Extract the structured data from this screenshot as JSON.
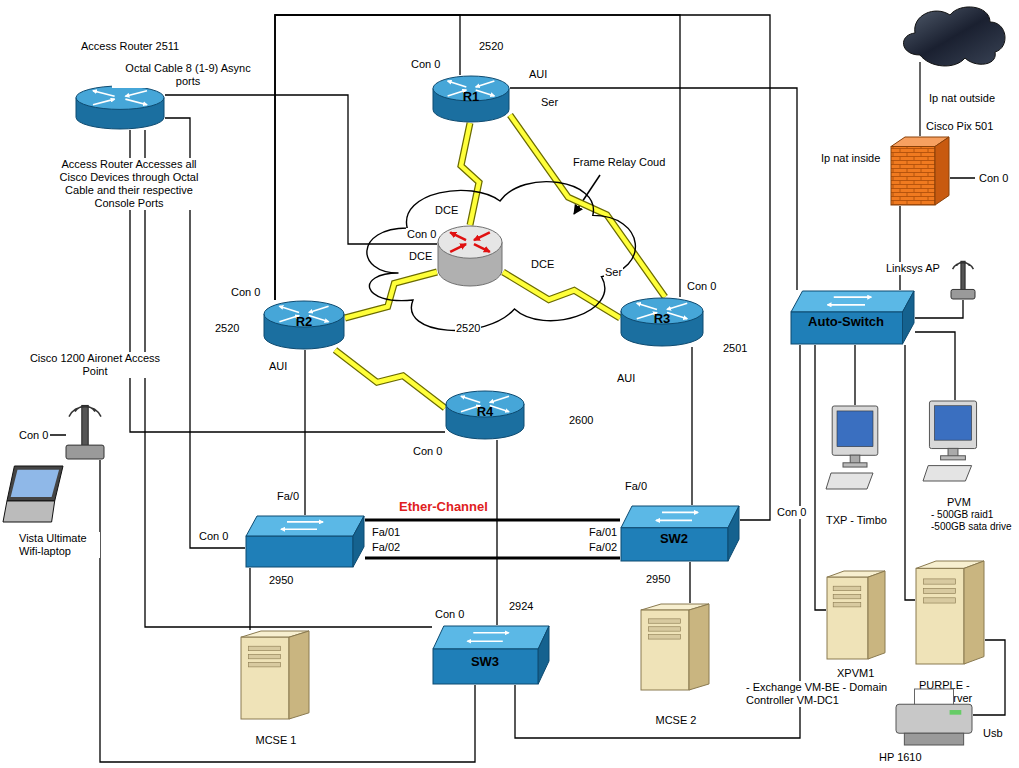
{
  "diagram": {
    "nodes": [
      {
        "text": [
          "Access Router 2511"
        ]
      },
      {
        "text": [
          "R1",
          "2520"
        ]
      },
      {
        "text": [
          "Frame Relay Coud"
        ]
      },
      {
        "text": [
          "2520"
        ],
        "in": 2
      },
      {
        "text": [
          "R2",
          "2520"
        ]
      },
      {
        "text": [
          "R3",
          "2501"
        ]
      },
      {
        "text": [
          "R4",
          "2600"
        ]
      },
      {
        "text": [
          "2950"
        ]
      },
      {
        "text": [
          "SW2",
          "2950"
        ]
      },
      {
        "text": [
          "SW3",
          "2924"
        ]
      },
      {
        "text": [
          "MCSE 1"
        ]
      },
      {
        "text": [
          "MCSE 2"
        ]
      },
      {
        "text": [
          "Cisco 1200 Aironet Access Point"
        ]
      },
      {
        "text": [
          "Vista Ultimate Wifi-laptop"
        ]
      },
      {
        "text": [
          "Cisco Pix 501"
        ]
      },
      {
        "text": [
          "Linksys AP"
        ]
      },
      {
        "text": [
          "Auto-Switch"
        ]
      },
      {
        "text": [
          "TXP - Timbo"
        ]
      },
      {
        "text": [
          "PVM",
          "- 500GB raid1 -500GB sata drive"
        ]
      },
      {
        "text": [
          "XPVM1",
          "- Exchange VM-BE - Domain Controller VM-DC1"
        ]
      },
      {
        "text": [
          "PURPLE -File Server"
        ]
      },
      {
        "text": [
          "HP 1610"
        ]
      }
    ],
    "edges": [
      {
        "from": 1,
        "to": 3,
        "arrow": "none"
      },
      {
        "from": 4,
        "to": 3,
        "arrow": "none"
      },
      {
        "from": 3,
        "to": 5,
        "arrow": "none"
      },
      {
        "from": 1,
        "to": 5,
        "arrow": "none"
      },
      {
        "from": 4,
        "to": 6,
        "arrow": "none"
      },
      {
        "from": 4,
        "to": 7,
        "arrow": "none"
      },
      {
        "from": 5,
        "to": 8,
        "arrow": "none"
      },
      {
        "from": 7,
        "to": 8,
        "label": "Ether-Channel",
        "arrow": "none"
      },
      {
        "from": 7,
        "to": 8,
        "arrow": "none"
      },
      {
        "from": 6,
        "to": 9,
        "arrow": "none"
      },
      {
        "from": 7,
        "to": 10,
        "arrow": "none"
      },
      {
        "from": 8,
        "to": 11,
        "arrow": "none"
      },
      {
        "from": 9,
        "to": 12,
        "arrow": "none"
      },
      {
        "from": 9,
        "to": 16,
        "arrow": "none"
      },
      {
        "from": 1,
        "to": 16,
        "arrow": "none"
      },
      {
        "from": 14,
        "to": 16,
        "arrow": "none"
      },
      {
        "from": 15,
        "to": 16,
        "arrow": "none"
      },
      {
        "from": 16,
        "to": 17,
        "arrow": "none"
      },
      {
        "from": 16,
        "to": 18,
        "arrow": "none"
      },
      {
        "from": 16,
        "to": 20,
        "arrow": "none"
      },
      {
        "from": 16,
        "to": 19,
        "arrow": "none"
      },
      {
        "from": 20,
        "to": 21,
        "arrow": "none"
      },
      {
        "from": 0,
        "to": 3,
        "arrow": "none"
      },
      {
        "from": 0,
        "to": 6,
        "arrow": "none"
      },
      {
        "from": 0,
        "to": 7,
        "arrow": "none"
      },
      {
        "from": 0,
        "to": 9,
        "arrow": "none"
      },
      {
        "from": 1,
        "to": 4,
        "arrow": "none"
      },
      {
        "from": 5,
        "to": 4,
        "arrow": "none"
      },
      {
        "from": 8,
        "to": 4,
        "arrow": "none"
      }
    ],
    "labels": [
      "Octal Cable 8 (1-9) Async ports",
      "Access Router Accesses all Cisco Devices through Octal Cable and their respective Console Ports",
      "Con 0",
      "AUI",
      "Ser",
      "Con 0",
      "DCE",
      "DCE",
      "DCE",
      "Con 0",
      "AUI",
      "Ser",
      "Con 0",
      "Con 0",
      "Fa/0",
      "Fa/0",
      "Con 0",
      "Fa/01",
      "Fa/02",
      "Fa/01",
      "Fa/02",
      "Con 0",
      "Con 0",
      "Con 0",
      "Ip nat outside",
      "Ip nat inside",
      "Con 0",
      "Usb",
      "AUI"
    ]
  }
}
